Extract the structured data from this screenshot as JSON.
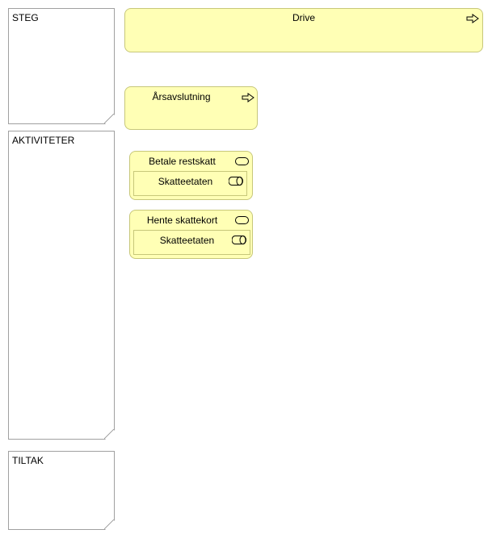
{
  "lanes": {
    "steg": "STEG",
    "aktiviteter": "AKTIVITETER",
    "tiltak": "TILTAK"
  },
  "values": {
    "drive": "Drive",
    "arsavslutning": "Årsavslutning"
  },
  "processes": {
    "betale": {
      "title": "Betale restskatt",
      "role": "Skatteetaten"
    },
    "hente": {
      "title": "Hente skattekort",
      "role": "Skatteetaten"
    }
  },
  "colors": {
    "element_fill": "#ffffb5",
    "element_border": "#c7c77a",
    "note_border": "#a0a0a0"
  },
  "icons": {
    "value_stream": "arrow-right-icon",
    "process": "rounded-rect-icon",
    "role": "role-cylinder-icon"
  }
}
